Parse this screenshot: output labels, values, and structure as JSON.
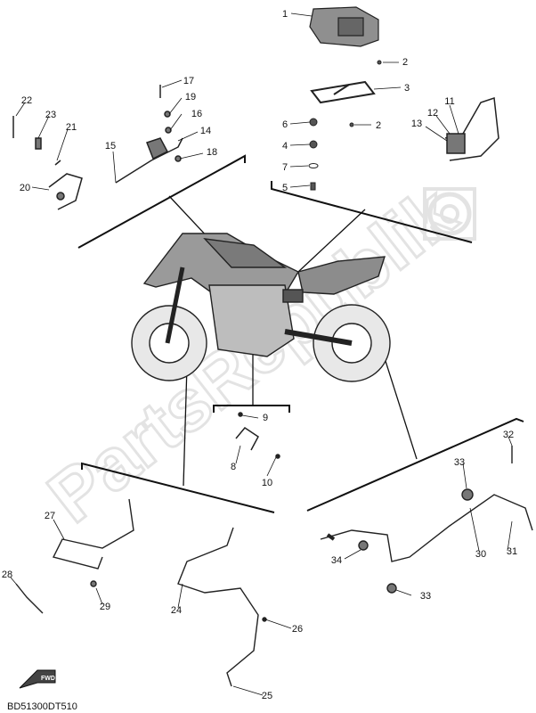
{
  "callouts": [
    "1",
    "2",
    "3",
    "2",
    "6",
    "4",
    "7",
    "5",
    "11",
    "12",
    "13",
    "17",
    "19",
    "16",
    "14",
    "18",
    "15",
    "22",
    "23",
    "21",
    "20",
    "9",
    "8",
    "10",
    "32",
    "33",
    "30",
    "31",
    "34",
    "33",
    "27",
    "28",
    "29",
    "24",
    "26",
    "25"
  ],
  "diagram_code": "BD51300DT510",
  "watermark": "PartsRepublik",
  "icons": {
    "fwd_arrow": "front-direction-arrow-icon",
    "gear": "gear-icon"
  }
}
